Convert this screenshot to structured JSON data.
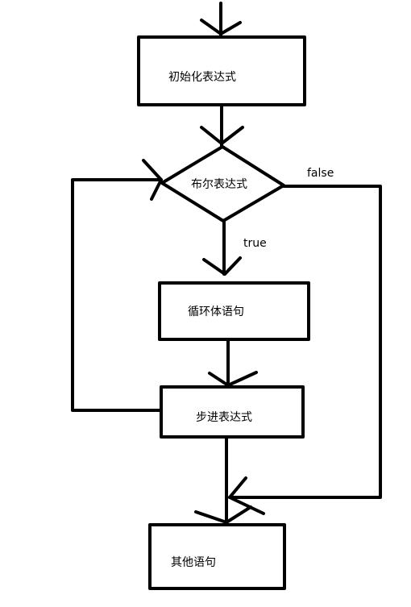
{
  "diagram": {
    "nodes": {
      "init": {
        "label": "初始化表达式"
      },
      "condition": {
        "label": "布尔表达式"
      },
      "body": {
        "label": "循环体语句"
      },
      "step": {
        "label": "步进表达式"
      },
      "other": {
        "label": "其他语句"
      }
    },
    "edges": {
      "true_label": "true",
      "false_label": "false"
    },
    "colors": {
      "stroke": "#000000",
      "background": "#ffffff"
    }
  }
}
